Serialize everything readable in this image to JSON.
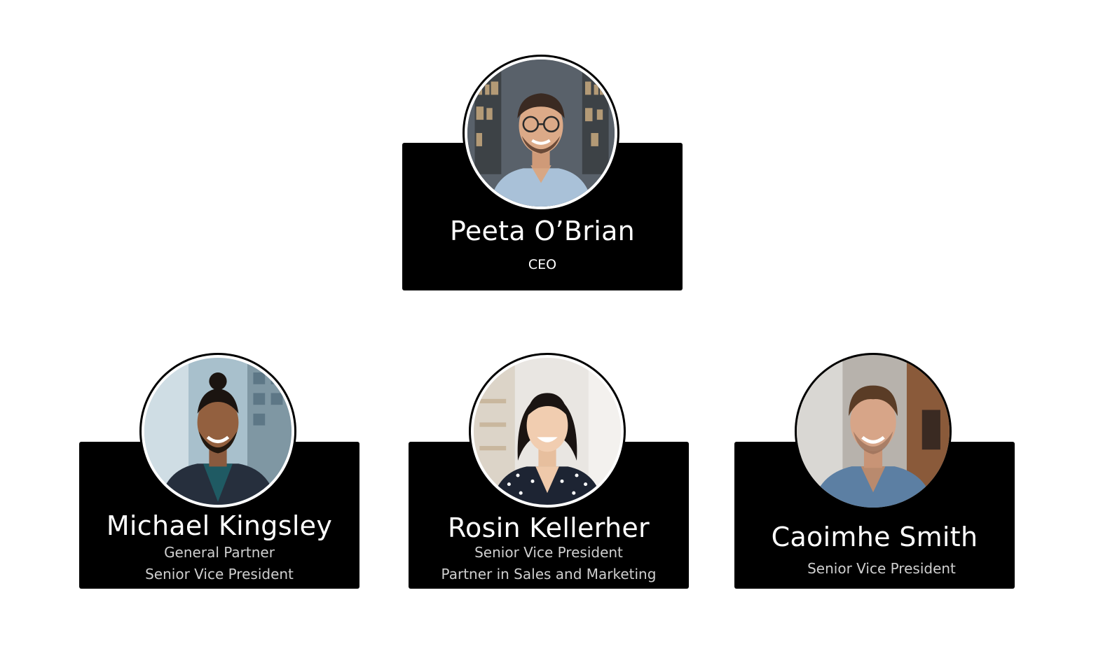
{
  "people": [
    {
      "name": "Peeta O’Brian",
      "roles": [
        "CEO"
      ]
    },
    {
      "name": "Michael Kingsley",
      "roles": [
        "General Partner",
        "Senior Vice President"
      ]
    },
    {
      "name": "Rosin Kellerher",
      "roles": [
        "Senior Vice President",
        "Partner in Sales and Marketing"
      ]
    },
    {
      "name": "Caoimhe Smith",
      "roles": [
        "Senior Vice President"
      ]
    }
  ],
  "colors": {
    "card_background": "#000000",
    "name_text": "#ffffff",
    "role_text": "#cfcfcf",
    "page_background": "#ffffff"
  }
}
